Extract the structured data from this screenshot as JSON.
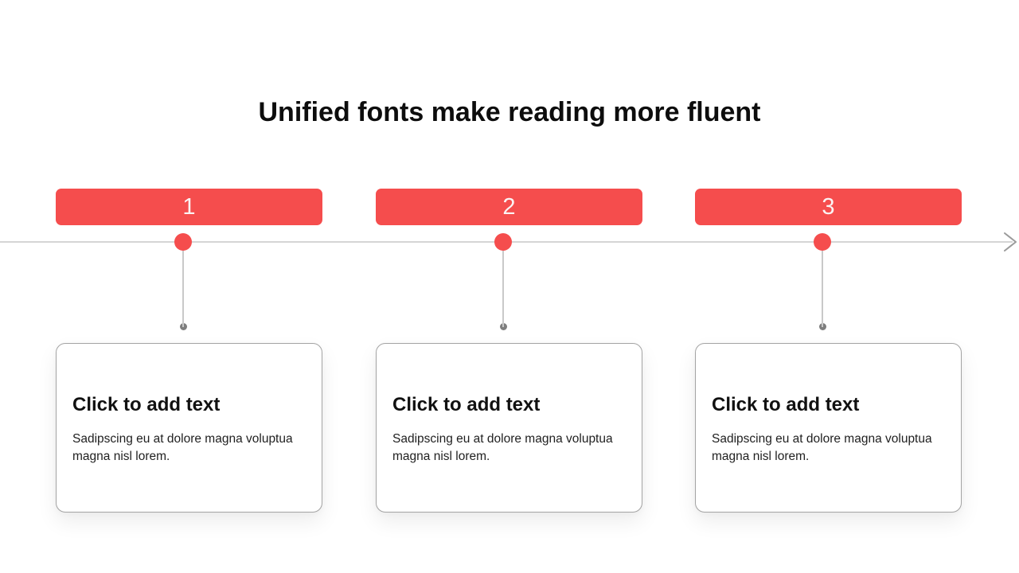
{
  "slide": {
    "title": "Unified fonts make reading more fluent"
  },
  "colors": {
    "accent_red": "#f54d4d",
    "timeline_line": "#d5d5d5",
    "connector_line": "#c9c9c9",
    "connector_dot": "#7e7e7e",
    "card_border": "#a3a3a3",
    "number_text": "#fbf3f3",
    "heading_text": "#111111",
    "body_text": "#1f1f1f"
  },
  "timeline": {
    "arrow_icon": "arrow-right"
  },
  "steps": [
    {
      "number": "1",
      "heading": "Click to add text",
      "body": "Sadipscing eu at dolore magna voluptua magna nisl lorem."
    },
    {
      "number": "2",
      "heading": "Click to add text",
      "body": "Sadipscing eu at dolore magna voluptua magna nisl lorem."
    },
    {
      "number": "3",
      "heading": "Click to add text",
      "body": "Sadipscing eu at dolore magna voluptua magna nisl lorem."
    }
  ]
}
